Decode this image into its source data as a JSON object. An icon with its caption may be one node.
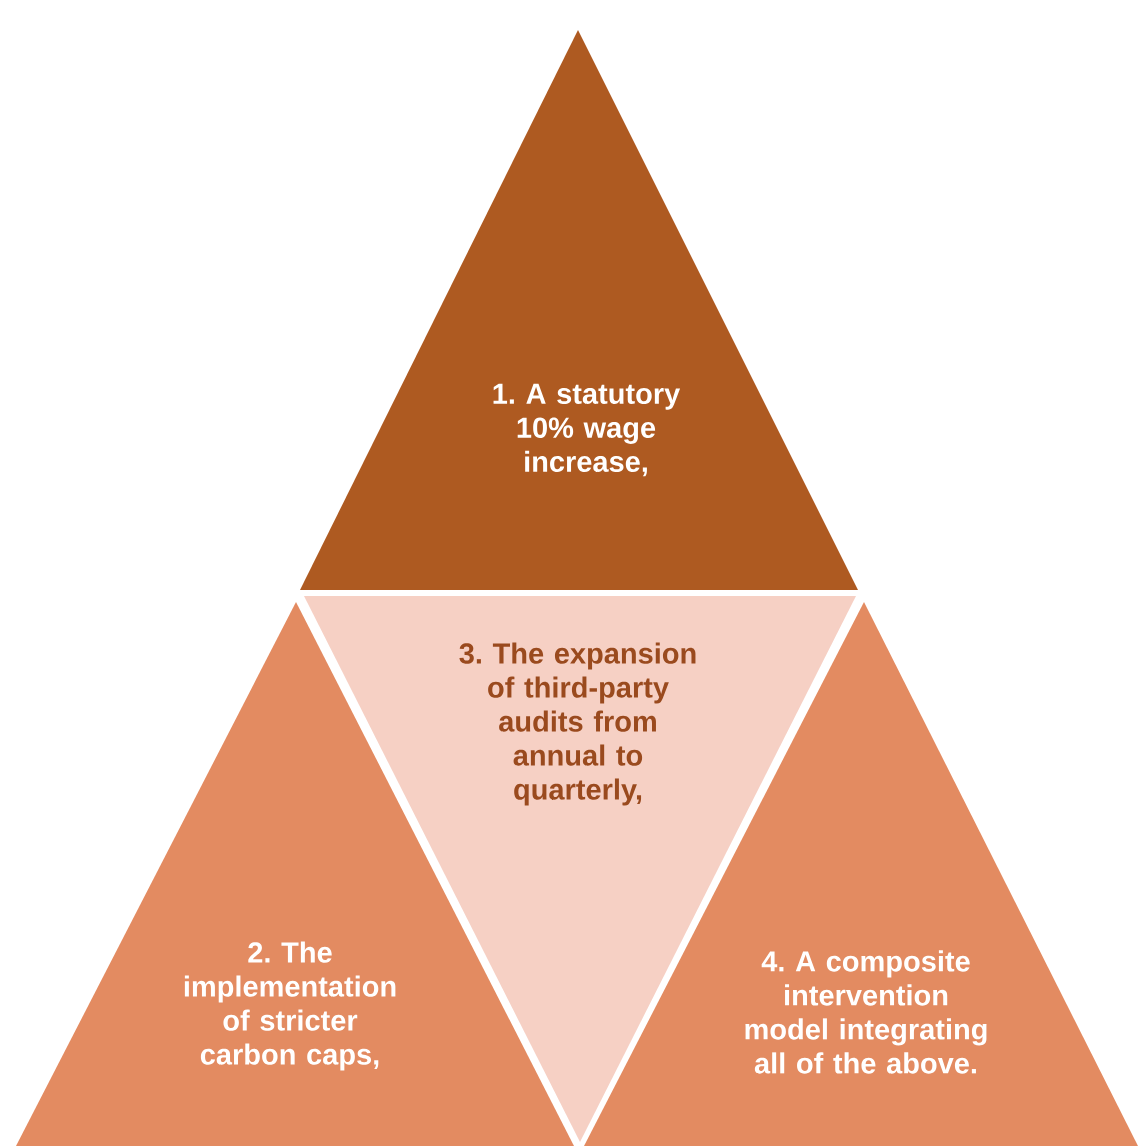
{
  "diagram": {
    "nodes": [
      {
        "text": [
          "1. A statutory 10% wage increase,"
        ]
      },
      {
        "text": [
          "2. The implementation of stricter carbon caps,"
        ]
      },
      {
        "text": [
          "3. The expansion of third-party audits from annual to quarterly,"
        ]
      },
      {
        "text": [
          "4. A composite intervention model integrating all of the above."
        ]
      }
    ]
  }
}
